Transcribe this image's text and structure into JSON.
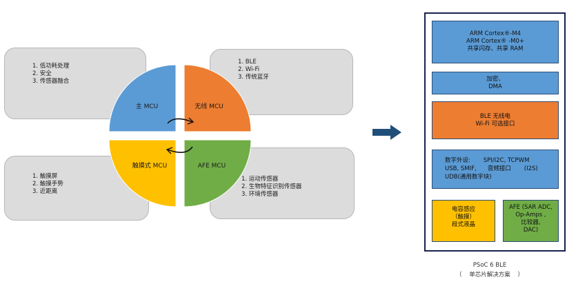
{
  "left_boxes": {
    "top_left": [
      "1. 低功耗处理",
      "2. 安全",
      "3. 传感器融合"
    ],
    "top_right": [
      "1. BLE",
      "2. Wi-Fi",
      "3. 传统蓝牙"
    ],
    "bottom_left": [
      "1. 触摸屏",
      "2. 触摸手势",
      "3. 近距离"
    ],
    "bottom_right": [
      "1. 运动传感器",
      "2. 生物特征识别传感器",
      "3. 环境传感器"
    ]
  },
  "pie": {
    "main_mcu": "主 MCU",
    "wireless_mcu": "无线 MCU",
    "touch_mcu": "触摸式 MCU",
    "afe_mcu": "AFE MCU",
    "colors": {
      "main": "#5b9bd5",
      "wireless": "#ed7d31",
      "touch": "#ffc000",
      "afe": "#70ad47"
    }
  },
  "arrow_color": "#1f4e79",
  "soc_blocks": {
    "cpu": [
      "ARM Cortex®-M4",
      "ARM Cortex® -M0+",
      "共享闪存、共享 RAM"
    ],
    "crypto": [
      "加密、",
      "DMA"
    ],
    "ble": [
      "BLE 无线电",
      "Wi-Fi 可选接口"
    ],
    "peripherals": [
      "数字外设:       SPI/I2C, TCPWM",
      "USB, SMIF,      音频接口       (I2S)",
      "UDB(通用数字块)"
    ],
    "capsense": [
      "电容感应",
      "（触摸）",
      "段式液晶"
    ],
    "afe": [
      "AFE (SAR ADC,",
      "Op-Amps ,",
      "比较器,",
      "DAC)"
    ]
  },
  "caption": {
    "line1": "PSoC 6 BLE",
    "line2": "（    单芯片解决方案    ）"
  }
}
